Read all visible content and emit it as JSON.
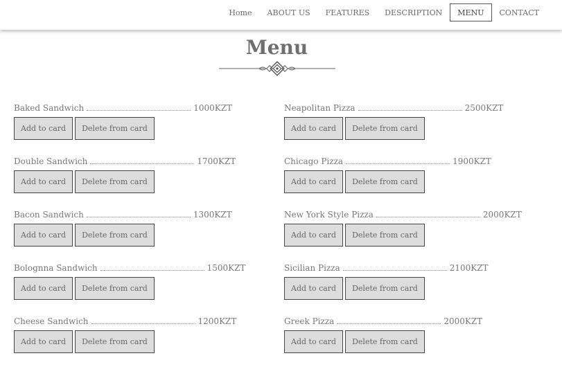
{
  "nav": {
    "items": [
      {
        "label": "Home",
        "active": false
      },
      {
        "label": "ABOUT US",
        "active": false
      },
      {
        "label": "FEATURES",
        "active": false
      },
      {
        "label": "DESCRIPTION",
        "active": false
      },
      {
        "label": "MENU",
        "active": true
      },
      {
        "label": "CONTACT",
        "active": false
      }
    ]
  },
  "page": {
    "title": "Menu"
  },
  "buttons": {
    "add_label": "Add to card",
    "delete_label": "Delete from card"
  },
  "menu": {
    "sandwiches": [
      {
        "name": "Baked Sandwich",
        "price": "1000KZT"
      },
      {
        "name": "Double Sandwich",
        "price": "1700KZT"
      },
      {
        "name": "Bacon Sandwich",
        "price": "1300KZT"
      },
      {
        "name": "Bolognna Sandwich",
        "price": "1500KZT"
      },
      {
        "name": "Cheese Sandwich",
        "price": "1200KZT"
      }
    ],
    "pizzas": [
      {
        "name": "Neapolitan Pizza",
        "price": "2500KZT"
      },
      {
        "name": "Chicago Pizza",
        "price": "1900KZT"
      },
      {
        "name": "New York Style Pizza",
        "price": "2000KZT"
      },
      {
        "name": "Sicilian Pizza",
        "price": "2100KZT"
      },
      {
        "name": "Greek Pizza",
        "price": "2000KZT"
      }
    ]
  }
}
